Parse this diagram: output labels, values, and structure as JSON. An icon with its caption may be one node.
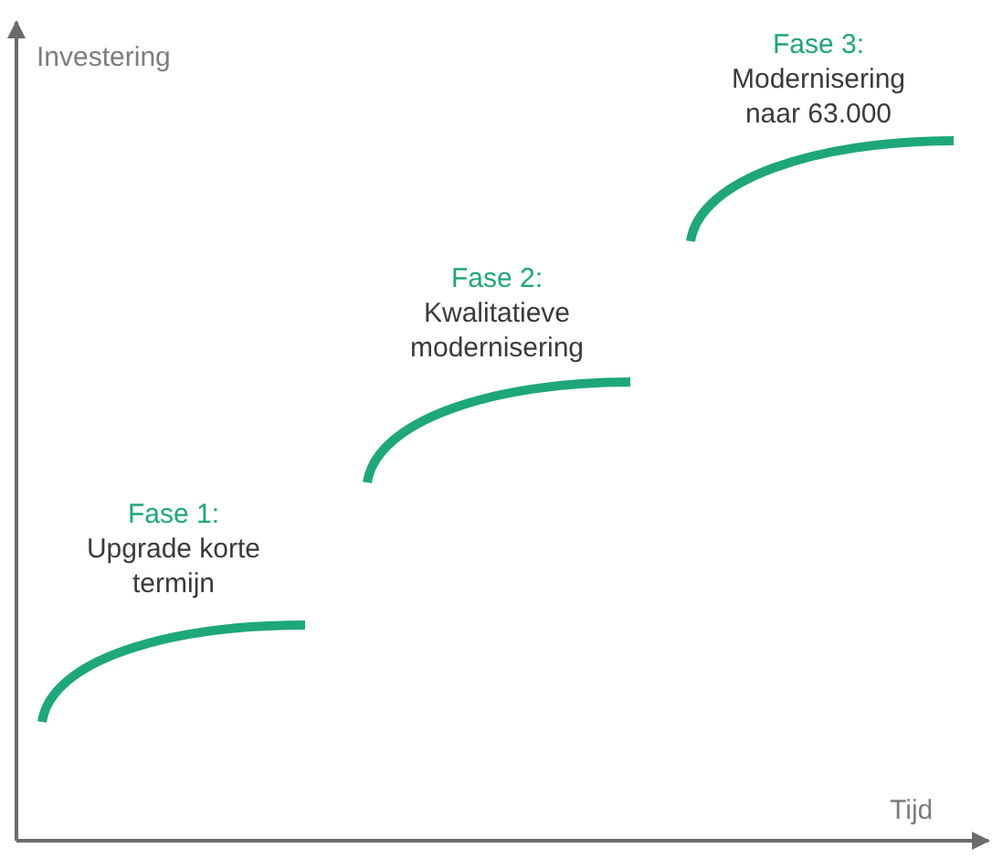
{
  "diagram": {
    "labels": [
      "Investering",
      "Fase 3:",
      "Modernisering naar 63.000",
      "Fase 2:",
      "Kwalitatieve modernisering",
      "Fase 1:",
      "Upgrade korte termijn",
      "Tijd"
    ]
  }
}
